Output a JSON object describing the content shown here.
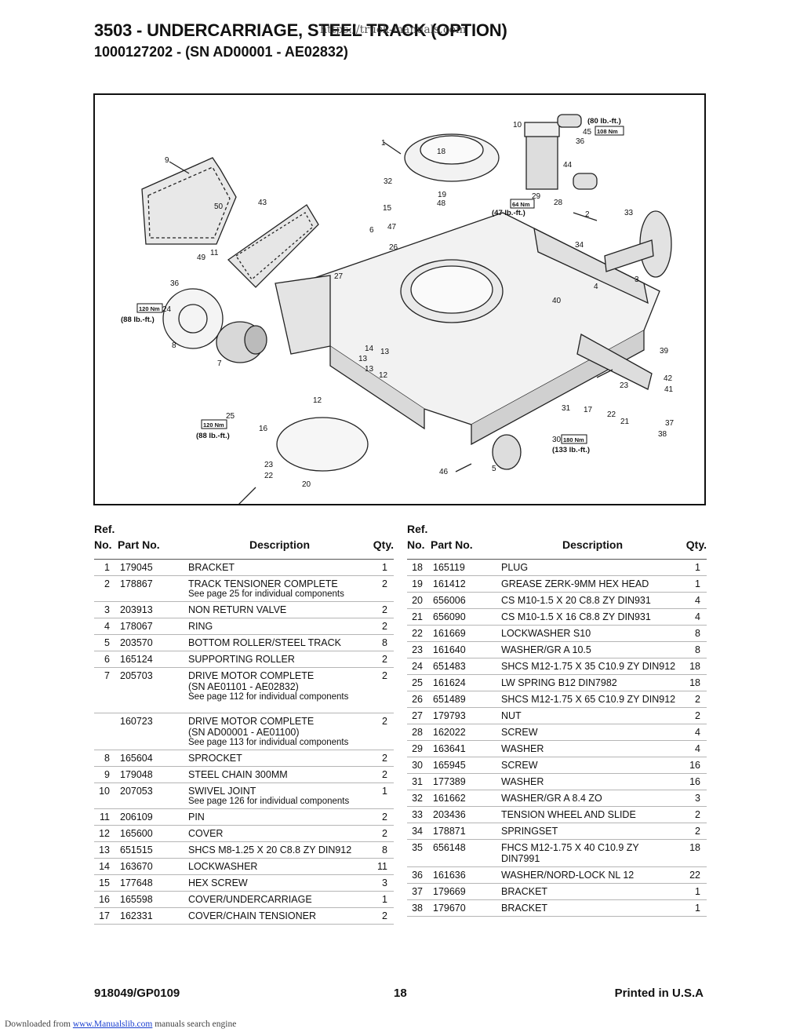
{
  "header": {
    "title": "3503 - UNDERCARRIAGE, STEEL TRACK (OPTION)",
    "subtitle": "1000127202 -  (SN AD00001 - AE02832)",
    "overlay": "https://truck-manuals.com"
  },
  "diagram": {
    "callouts": [
      "1",
      "2",
      "3",
      "4",
      "5",
      "6",
      "7",
      "8",
      "9",
      "10",
      "11",
      "12",
      "13",
      "14",
      "15",
      "16",
      "17",
      "19",
      "20",
      "21",
      "22",
      "23",
      "24",
      "25",
      "26",
      "27",
      "28",
      "29",
      "30",
      "31",
      "32",
      "33",
      "34",
      "36",
      "37",
      "38",
      "39",
      "40",
      "41",
      "42",
      "43",
      "44",
      "45",
      "46",
      "47",
      "48",
      "49",
      "50",
      "18",
      "13",
      "14",
      "23",
      "22"
    ],
    "torque": [
      {
        "nm": "108 Nm",
        "ft": "(80 lb.-ft.)"
      },
      {
        "nm": "64 Nm",
        "ft": "(47 lb.-ft.)"
      },
      {
        "nm": "120 Nm",
        "ft": "(88 lb.-ft.)"
      },
      {
        "nm": "120 Nm",
        "ft": "(88 lb.-ft.)"
      },
      {
        "nm": "180 Nm",
        "ft": "(133 lb.-ft.)"
      }
    ]
  },
  "table": {
    "ref_label": "Ref.",
    "no_label": "No.",
    "partno_label": "Part No.",
    "desc_label": "Description",
    "qty_label": "Qty.",
    "left": [
      {
        "no": "1",
        "pn": "179045",
        "desc": "BRACKET",
        "qty": "1"
      },
      {
        "no": "2",
        "pn": "178867",
        "desc": "TRACK TENSIONER COMPLETE",
        "note": "See page 25 for individual components",
        "qty": "2"
      },
      {
        "no": "3",
        "pn": "203913",
        "desc": "NON RETURN VALVE",
        "qty": "2"
      },
      {
        "no": "4",
        "pn": "178067",
        "desc": "RING",
        "qty": "2"
      },
      {
        "no": "5",
        "pn": "203570",
        "desc": "BOTTOM ROLLER/STEEL TRACK",
        "qty": "8"
      },
      {
        "no": "6",
        "pn": "165124",
        "desc": "SUPPORTING ROLLER",
        "qty": "2"
      },
      {
        "no": "7",
        "pn": "205703",
        "desc": "DRIVE MOTOR COMPLETE",
        "desc2": "(SN AE01101 - AE02832)",
        "note": "See page 112 for individual components",
        "qty": "2",
        "tall": true
      },
      {
        "no": "",
        "pn": "160723",
        "desc": "DRIVE MOTOR COMPLETE",
        "desc2": "(SN AD00001 - AE01100)",
        "note": "See page 113 for individual components",
        "qty": "2"
      },
      {
        "no": "8",
        "pn": "165604",
        "desc": "SPROCKET",
        "qty": "2"
      },
      {
        "no": "9",
        "pn": "179048",
        "desc": "STEEL CHAIN 300MM",
        "qty": "2"
      },
      {
        "no": "10",
        "pn": "207053",
        "desc": "SWIVEL JOINT",
        "note": "See page 126 for individual components",
        "qty": "1"
      },
      {
        "no": "11",
        "pn": "206109",
        "desc": "PIN",
        "qty": "2"
      },
      {
        "no": "12",
        "pn": "165600",
        "desc": "COVER",
        "qty": "2"
      },
      {
        "no": "13",
        "pn": "651515",
        "desc": "SHCS M8-1.25 X 20 C8.8 ZY DIN912",
        "qty": "8"
      },
      {
        "no": "14",
        "pn": "163670",
        "desc": "LOCKWASHER",
        "qty": "11"
      },
      {
        "no": "15",
        "pn": "177648",
        "desc": "HEX SCREW",
        "qty": "3"
      },
      {
        "no": "16",
        "pn": "165598",
        "desc": "COVER/UNDERCARRIAGE",
        "qty": "1"
      },
      {
        "no": "17",
        "pn": "162331",
        "desc": "COVER/CHAIN TENSIONER",
        "qty": "2"
      }
    ],
    "right": [
      {
        "no": "18",
        "pn": "165119",
        "desc": "PLUG",
        "qty": "1"
      },
      {
        "no": "19",
        "pn": "161412",
        "desc": "GREASE ZERK-9MM HEX HEAD",
        "qty": "1"
      },
      {
        "no": "20",
        "pn": "656006",
        "desc": "CS M10-1.5 X 20 C8.8 ZY DIN931",
        "qty": "4"
      },
      {
        "no": "21",
        "pn": "656090",
        "desc": "CS M10-1.5 X 16 C8.8 ZY DIN931",
        "qty": "4"
      },
      {
        "no": "22",
        "pn": "161669",
        "desc": "LOCKWASHER S10",
        "qty": "8"
      },
      {
        "no": "23",
        "pn": "161640",
        "desc": "WASHER/GR A 10.5",
        "qty": "8"
      },
      {
        "no": "24",
        "pn": "651483",
        "desc": "SHCS M12-1.75 X 35 C10.9 ZY DIN912",
        "qty": "18"
      },
      {
        "no": "25",
        "pn": "161624",
        "desc": "LW SPRING B12 DIN7982",
        "qty": "18"
      },
      {
        "no": "26",
        "pn": "651489",
        "desc": "SHCS M12-1.75 X 65 C10.9 ZY DIN912",
        "qty": "2"
      },
      {
        "no": "27",
        "pn": "179793",
        "desc": "NUT",
        "qty": "2"
      },
      {
        "no": "28",
        "pn": "162022",
        "desc": "SCREW",
        "qty": "4"
      },
      {
        "no": "29",
        "pn": "163641",
        "desc": "WASHER",
        "qty": "4"
      },
      {
        "no": "30",
        "pn": "165945",
        "desc": "SCREW",
        "qty": "16"
      },
      {
        "no": "31",
        "pn": "177389",
        "desc": "WASHER",
        "qty": "16"
      },
      {
        "no": "32",
        "pn": "161662",
        "desc": "WASHER/GR A 8.4 ZO",
        "qty": "3"
      },
      {
        "no": "33",
        "pn": "203436",
        "desc": "TENSION WHEEL AND SLIDE",
        "qty": "2"
      },
      {
        "no": "34",
        "pn": "178871",
        "desc": "SPRINGSET",
        "qty": "2"
      },
      {
        "no": "35",
        "pn": "656148",
        "desc": "FHCS M12-1.75 X 40 C10.9 ZY",
        "desc2": "DIN7991",
        "qty": "18"
      },
      {
        "no": "36",
        "pn": "161636",
        "desc": "WASHER/NORD-LOCK NL 12",
        "qty": "22"
      },
      {
        "no": "37",
        "pn": "179669",
        "desc": "BRACKET",
        "qty": "1"
      },
      {
        "no": "38",
        "pn": "179670",
        "desc": "BRACKET",
        "qty": "1"
      }
    ]
  },
  "footer": {
    "doc": "918049/GP0109",
    "page": "18",
    "printed": "Printed in U.S.A",
    "downloaded_prefix": "Downloaded from ",
    "downloaded_link": "www.Manualslib.com",
    "downloaded_suffix": "  manuals search engine"
  }
}
